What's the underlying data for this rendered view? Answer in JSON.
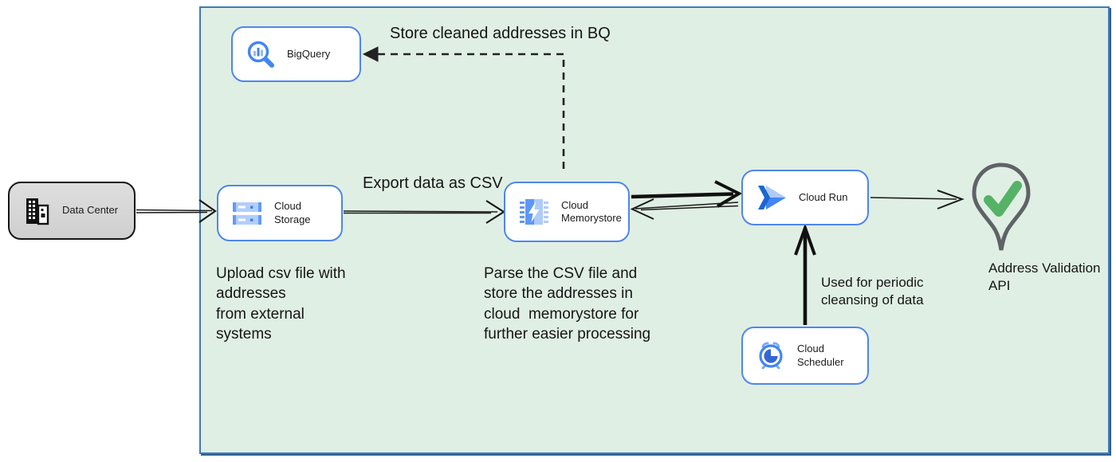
{
  "nodes": {
    "data_center": {
      "label": "Data Center",
      "icon": "building-icon"
    },
    "bigquery": {
      "label": "BigQuery",
      "icon": "bigquery-magnifier-icon"
    },
    "cloud_storage": {
      "label": "Cloud Storage",
      "icon": "storage-disks-icon"
    },
    "cloud_memorystore": {
      "label": "Cloud\nMemorystore",
      "icon": "memorystore-chip-icon"
    },
    "cloud_run": {
      "label": "Cloud Run",
      "icon": "cloud-run-icon"
    },
    "cloud_scheduler": {
      "label": "Cloud Scheduler",
      "icon": "scheduler-clock-icon"
    },
    "address_validation_api": {
      "label": "Address Validation\nAPI",
      "icon": "map-pin-check-icon"
    }
  },
  "annotations": {
    "store_cleaned_bq": "Store cleaned addresses in BQ",
    "export_csv": "Export data as CSV",
    "upload_note": "Upload csv file with\naddresses\nfrom external\nsystems",
    "parse_note": "Parse the CSV file and\nstore the addresses in\ncloud  memorystore for\nfurther easier processing",
    "periodic_note": "Used for periodic\ncleansing of data"
  },
  "colors": {
    "boundary_fill": "#e0efe4",
    "boundary_border": "#4279b5",
    "node_border": "#4e86ec",
    "node_fill": "#ffffff",
    "datacenter_fill": "#d7d7d7",
    "datacenter_border": "#141414",
    "arrow_black": "#1a1a1a",
    "icon_blue": "#4285f4",
    "icon_blue_medium": "#5e97f6",
    "icon_blue_dark": "#1967d2",
    "icon_blue_light": "#aecbfa",
    "pin_gray": "#5f6368",
    "check_green": "#55b266",
    "text": "#151515"
  }
}
